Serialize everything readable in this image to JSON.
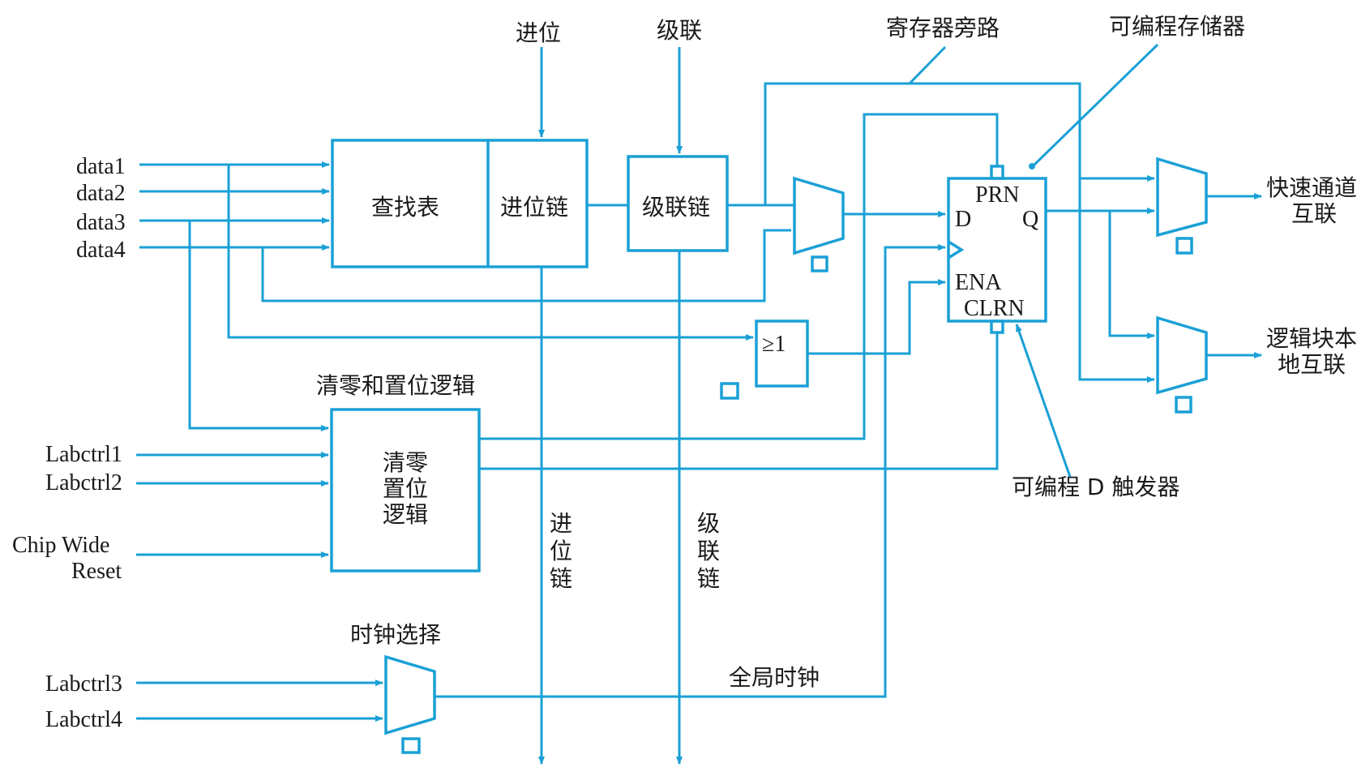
{
  "labels": {
    "data1": "data1",
    "data2": "data2",
    "data3": "data3",
    "data4": "data4",
    "labctrl1": "Labctrl1",
    "labctrl2": "Labctrl2",
    "chip_wide": "Chip Wide",
    "reset": "Reset",
    "labctrl3": "Labctrl3",
    "labctrl4": "Labctrl4",
    "lut": "查找表",
    "carry_chain_box": "进位链",
    "cascade_chain_box": "级联链",
    "carry_in": "进位",
    "cascade_in": "级联",
    "register_bypass": "寄存器旁路",
    "programmable_memory": "可编程存储器",
    "clear_preset_title": "清零和置位逻辑",
    "clear_preset_box_line1": "清零",
    "clear_preset_box_line2": "置位",
    "clear_preset_box_line3": "逻辑",
    "carry_out_1": "进",
    "carry_out_2": "位",
    "carry_out_3": "链",
    "cascade_out_1": "级",
    "cascade_out_2": "联",
    "cascade_out_3": "链",
    "or_gate": "≥1",
    "prn": "PRN",
    "d": "D",
    "q": "Q",
    "ena": "ENA",
    "clrn": "CLRN",
    "programmable_dff": "可编程 D 触发器",
    "fast_track_1": "快速通道",
    "fast_track_2": "互联",
    "local_1": "逻辑块本",
    "local_2": "地互联",
    "clock_select": "时钟选择",
    "global_clock": "全局时钟"
  },
  "colors": {
    "wire": "#1aa0d6",
    "text": "#1a1a1a"
  }
}
